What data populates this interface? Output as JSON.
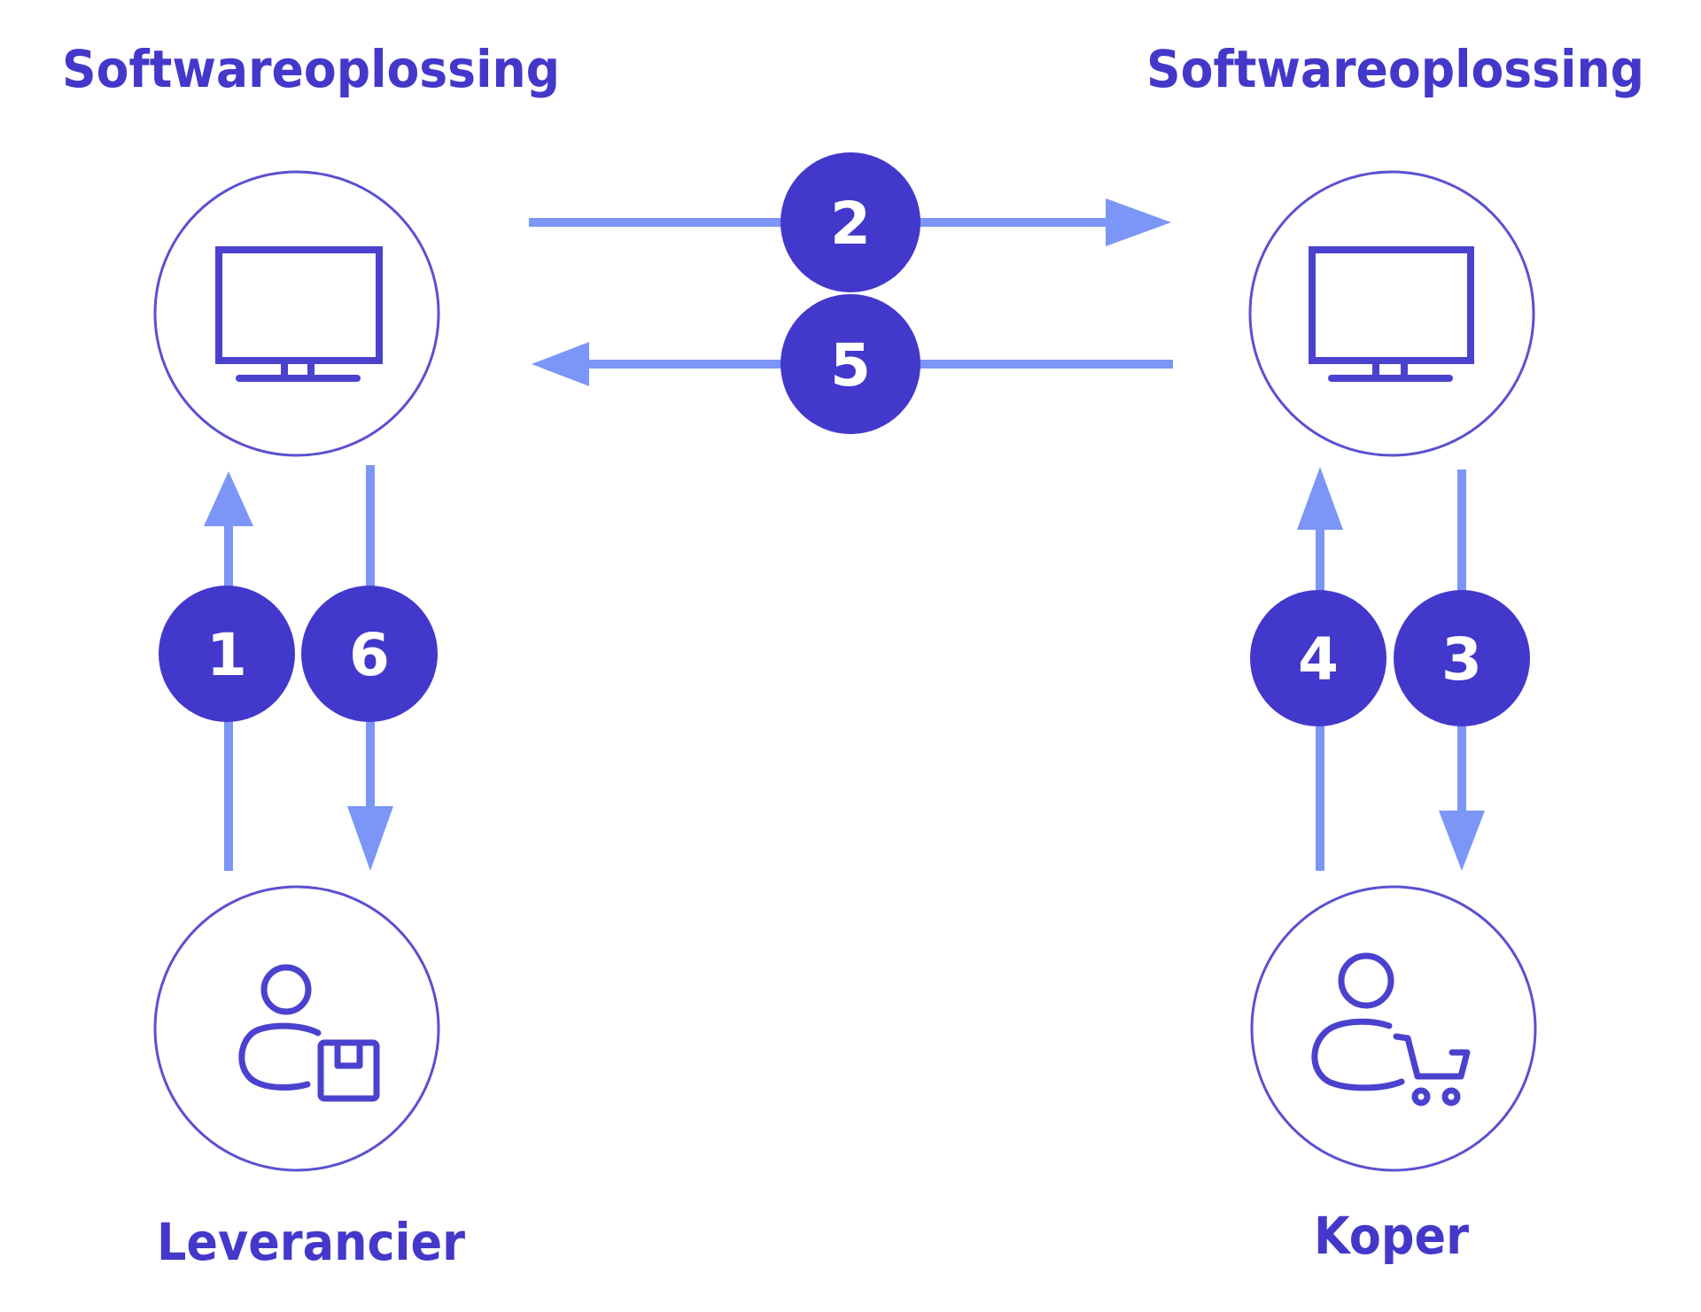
{
  "colors": {
    "title": "#4338CA",
    "badge": "#4238CC",
    "badge_text": "#FFFFFF",
    "arrow": "#7B96F7",
    "outline": "#5B50D0",
    "icon": "#4A42CF",
    "background": "#FFFFFF"
  },
  "titles": {
    "left": "Softwareoplossing",
    "right": "Softwareoplossing"
  },
  "actors": {
    "supplier": {
      "label": "Leverancier",
      "icon": "user-box-icon"
    },
    "buyer": {
      "label": "Koper",
      "icon": "user-cart-icon"
    }
  },
  "nodes": {
    "supplier_software": {
      "icon": "monitor-icon"
    },
    "buyer_software": {
      "icon": "monitor-icon"
    }
  },
  "steps": [
    {
      "number": "1",
      "from": "Leverancier",
      "to": "Softwareoplossing (Leverancier)"
    },
    {
      "number": "2",
      "from": "Softwareoplossing (Leverancier)",
      "to": "Softwareoplossing (Koper)"
    },
    {
      "number": "3",
      "from": "Softwareoplossing (Koper)",
      "to": "Koper"
    },
    {
      "number": "4",
      "from": "Koper",
      "to": "Softwareoplossing (Koper)"
    },
    {
      "number": "5",
      "from": "Softwareoplossing (Koper)",
      "to": "Softwareoplossing (Leverancier)"
    },
    {
      "number": "6",
      "from": "Softwareoplossing (Leverancier)",
      "to": "Leverancier"
    }
  ]
}
